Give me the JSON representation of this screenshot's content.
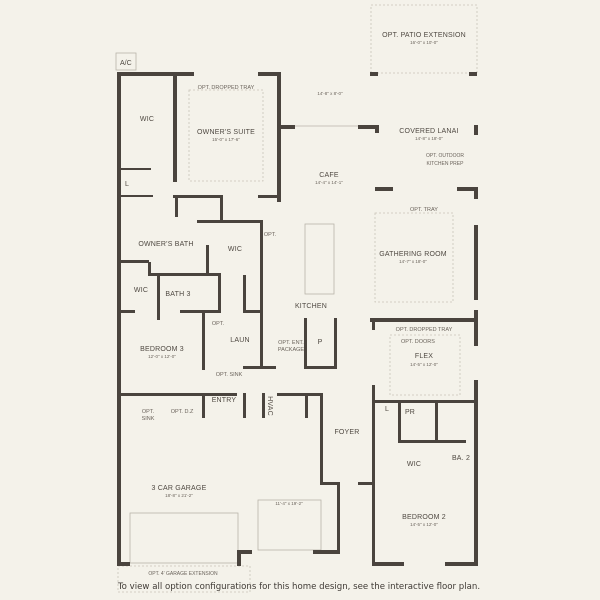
{
  "rooms": {
    "ac": "A/C",
    "patio_ext": {
      "name": "OPT. PATIO EXTENSION",
      "dim": "16'-0\" x 10'-0\""
    },
    "dropped_tray_suite": "OPT. DROPPED TRAY",
    "owners_suite": {
      "name": "OWNER'S SUITE",
      "dim": "15'-0\" x 17'-6\""
    },
    "wic_owner": "WIC",
    "lanai_ext_dim": "14'-8\" x 8'-0\"",
    "covered_lanai": {
      "name": "COVERED LANAI",
      "dim": "14'-8\" x 18'-0\""
    },
    "outdoor_kitchen": [
      "OPT. OUTDOOR",
      "KITCHEN PREP"
    ],
    "cafe": {
      "name": "CAFE",
      "dim": "14'-4\" x 14'-1\""
    },
    "linen_l": "L",
    "opt_tray": "OPT. TRAY",
    "owners_bath": "OWNER'S BATH",
    "wic_bath": "WIC",
    "opt_kitchen": "OPT.",
    "gathering_room": {
      "name": "GATHERING ROOM",
      "dim": "14'-7\" x 18'-0\""
    },
    "wic_bed3": "WIC",
    "bath3": "BATH 3",
    "kitchen": "KITCHEN",
    "opt_laun": "OPT.",
    "laun": "LAUN",
    "opt_ent": [
      "OPT. ENT.",
      "PACKAGE"
    ],
    "pantry": "P",
    "dropped_tray_flex": "OPT. DROPPED TRAY",
    "opt_doors": "OPT. DOORS",
    "flex": {
      "name": "FLEX",
      "dim": "14'-5\" x 12'-0\""
    },
    "bedroom3": {
      "name": "BEDROOM 3",
      "dim": "12'-0\" x 12'-0\""
    },
    "opt_sink": "OPT. SINK",
    "entry": "ENTRY",
    "hvac": "HVAC",
    "opt_sink_garage": [
      "OPT.",
      "SINK"
    ],
    "opt_dz": "OPT. D.Z",
    "foyer": "FOYER",
    "linen_l2": "L",
    "pr": "PR",
    "wic_bed2": "WIC",
    "ba2": "BA. 2",
    "garage": {
      "name": "3 CAR GARAGE",
      "dim": "18'-8\" x 21'-2\""
    },
    "garage_bay_dim": "11'-4\" x 19'-2\"",
    "bedroom2": {
      "name": "BEDROOM 2",
      "dim": "14'-5\" x 12'-0\""
    },
    "garage_ext": "OPT. 4' GARAGE EXTENSION"
  },
  "footer_note": "To view all option configurations for this home design, see the interactive floor plan.",
  "colors": {
    "background": "#f4f2ea",
    "wall": "#4a443e",
    "text": "#4f4942"
  }
}
